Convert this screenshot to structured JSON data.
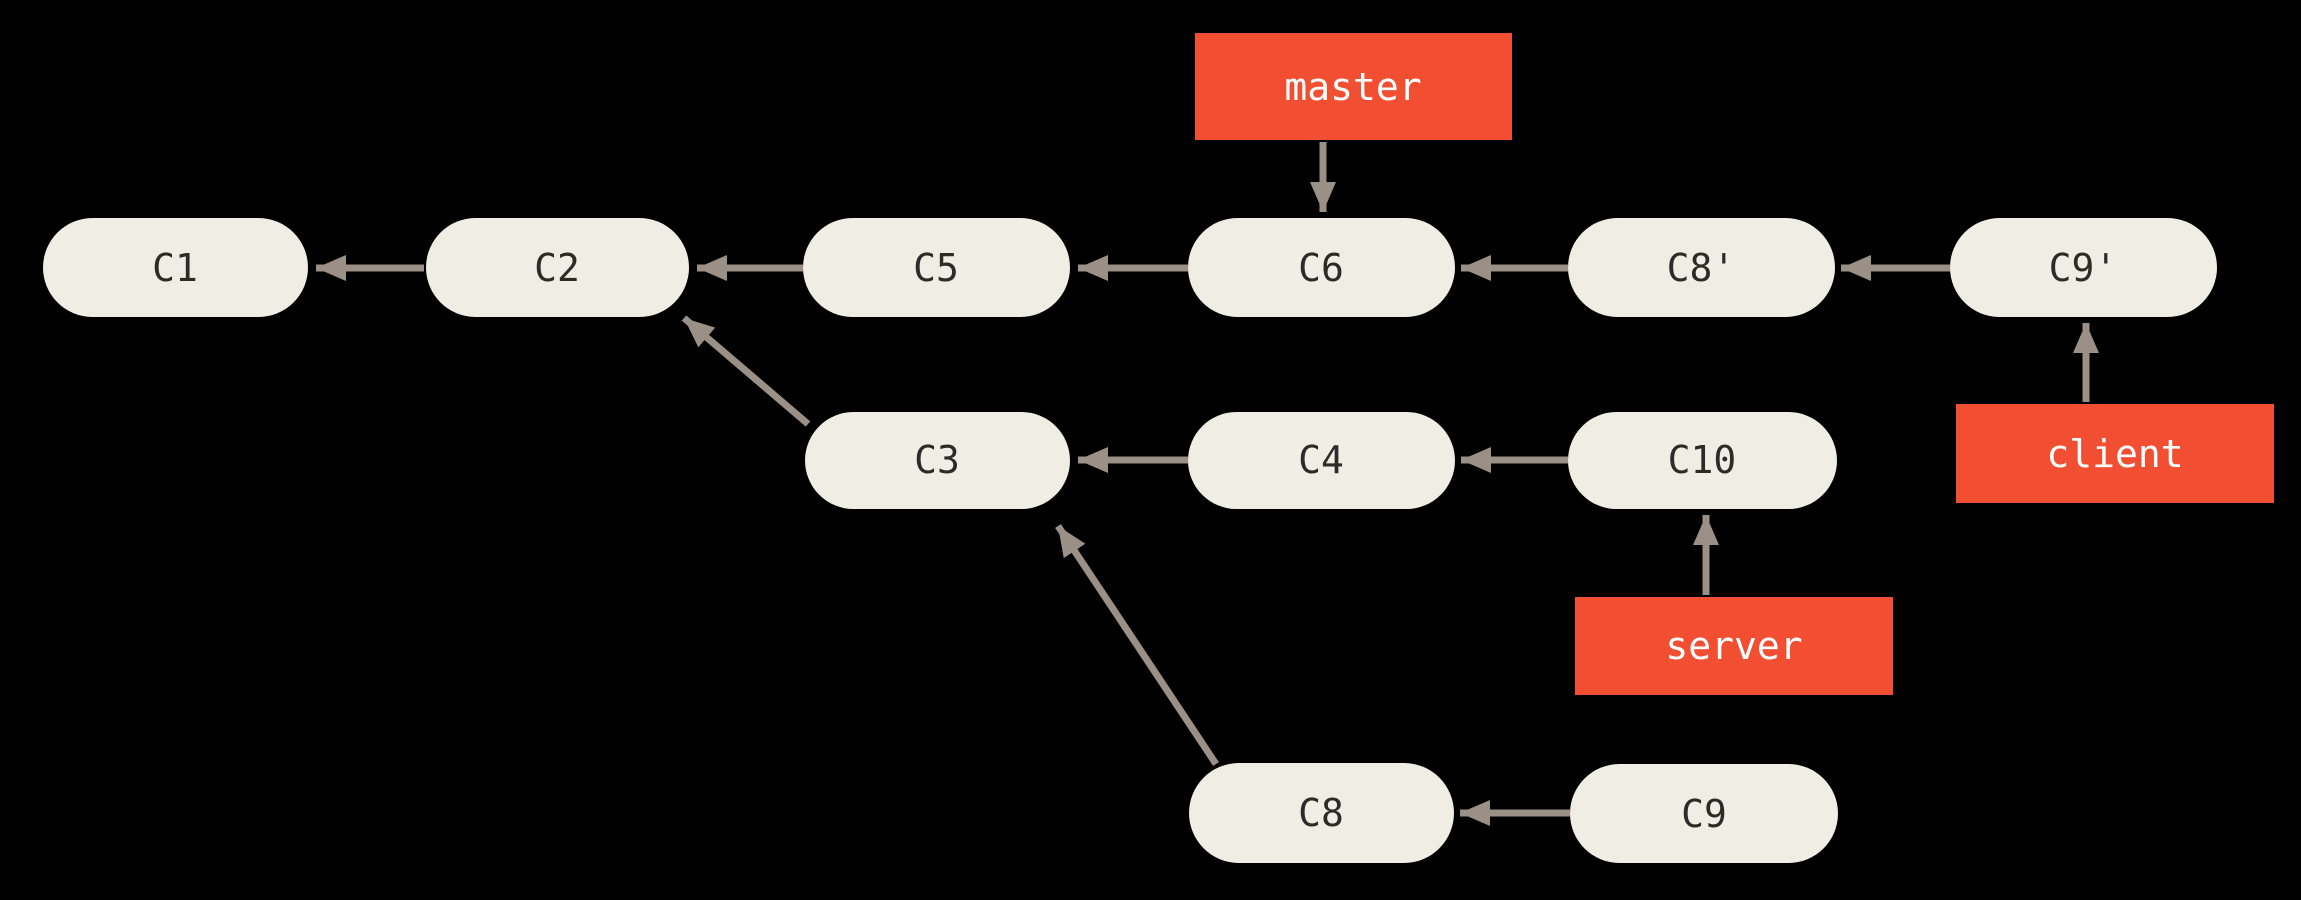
{
  "diagram": {
    "type": "git-commit-graph",
    "background": "#000000",
    "colors": {
      "commit_fill": "#f0eee4",
      "commit_text": "#2d2b26",
      "branch_fill": "#f14e32",
      "branch_text": "#ffffff",
      "arrow": "#9b9086"
    },
    "commits": [
      {
        "id": "C1",
        "label": "C1"
      },
      {
        "id": "C2",
        "label": "C2"
      },
      {
        "id": "C5",
        "label": "C5"
      },
      {
        "id": "C6",
        "label": "C6"
      },
      {
        "id": "C8p",
        "label": "C8'"
      },
      {
        "id": "C9p",
        "label": "C9'"
      },
      {
        "id": "C3",
        "label": "C3"
      },
      {
        "id": "C4",
        "label": "C4"
      },
      {
        "id": "C10",
        "label": "C10"
      },
      {
        "id": "C8",
        "label": "C8"
      },
      {
        "id": "C9",
        "label": "C9"
      }
    ],
    "branches": [
      {
        "label": "master",
        "points_to": "C6"
      },
      {
        "label": "server",
        "points_to": "C10"
      },
      {
        "label": "client",
        "points_to": "C9'"
      }
    ],
    "edges": [
      {
        "from": "C2",
        "to": "C1"
      },
      {
        "from": "C5",
        "to": "C2"
      },
      {
        "from": "C6",
        "to": "C5"
      },
      {
        "from": "C8'",
        "to": "C6"
      },
      {
        "from": "C9'",
        "to": "C8'"
      },
      {
        "from": "C3",
        "to": "C2"
      },
      {
        "from": "C4",
        "to": "C3"
      },
      {
        "from": "C10",
        "to": "C4"
      },
      {
        "from": "C8",
        "to": "C3"
      },
      {
        "from": "C9",
        "to": "C8"
      },
      {
        "from": "master",
        "to": "C6"
      },
      {
        "from": "server",
        "to": "C10"
      },
      {
        "from": "client",
        "to": "C9'"
      }
    ]
  }
}
